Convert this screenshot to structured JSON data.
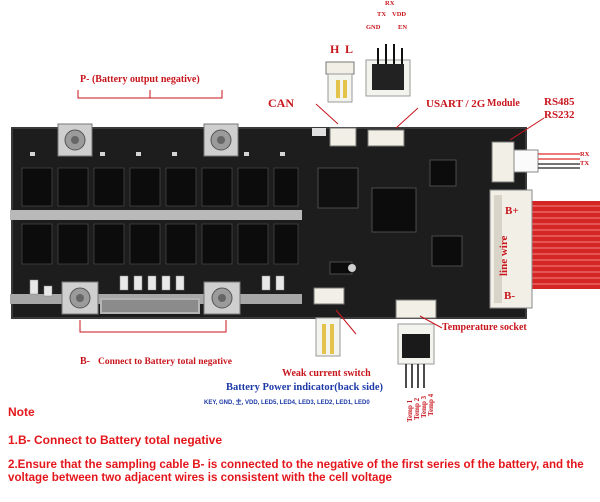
{
  "labels": {
    "p_minus": "P- (Battery output negative)",
    "h": "H",
    "l": "L",
    "can": "CAN",
    "usart": "USART / 2G",
    "module": "Module",
    "rs485": "RS485",
    "rs232": "RS232",
    "rx_top": "RX",
    "tx_top": "TX",
    "vdd": "VDD",
    "gnd": "GND",
    "en": "EN",
    "rx_side": "RX",
    "tx_side": "TX",
    "b_plus": "B+",
    "line_wire": "line wire",
    "b_minus_board": "B-",
    "temperature_socket": "Temperature socket",
    "b_minus_label": "B-",
    "b_minus_text": "Connect to Battery total negative",
    "weak_current_switch": "Weak current switch",
    "battery_power_indicator": "Battery Power indicator(back side)",
    "indicator_pins": "KEY,  GND,  主,  VDD,  LED5,  LED4,  LED3,  LED2,  LED1,  LED0",
    "temp1": "Temp 1",
    "temp2": "Temp 2",
    "temp3": "Temp 3",
    "temp4": "Temp 4"
  },
  "note": {
    "heading": "Note",
    "line1": "1.B- Connect to Battery total negative",
    "line2": "2.Ensure that the sampling cable B- is connected to the negative of the first series of the battery, and the voltage between two adjacent wires is consistent with the cell voltage"
  },
  "colors": {
    "label_red": "#c8161d",
    "note_red": "#e4161b",
    "indicator_blue": "#1d3aa8",
    "board": "#1c1c1c",
    "wire_red": "#e02a2a"
  }
}
